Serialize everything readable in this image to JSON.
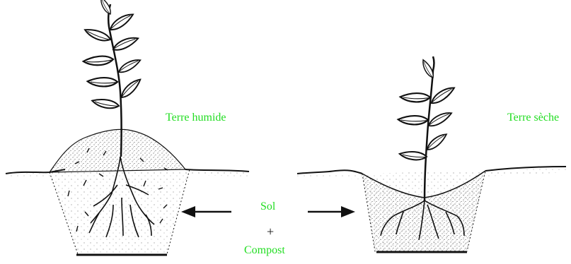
{
  "labels": {
    "wet_soil": "Terre humide",
    "dry_soil": "Terre sèche",
    "soil": "Sol",
    "plus": "+",
    "compost": "Compost"
  },
  "colors": {
    "label_green": "#22dd22",
    "ink": "#111111"
  },
  "icons": {
    "left_arrow": "arrow-left-icon",
    "right_arrow": "arrow-right-icon",
    "plant": "plant-icon"
  }
}
